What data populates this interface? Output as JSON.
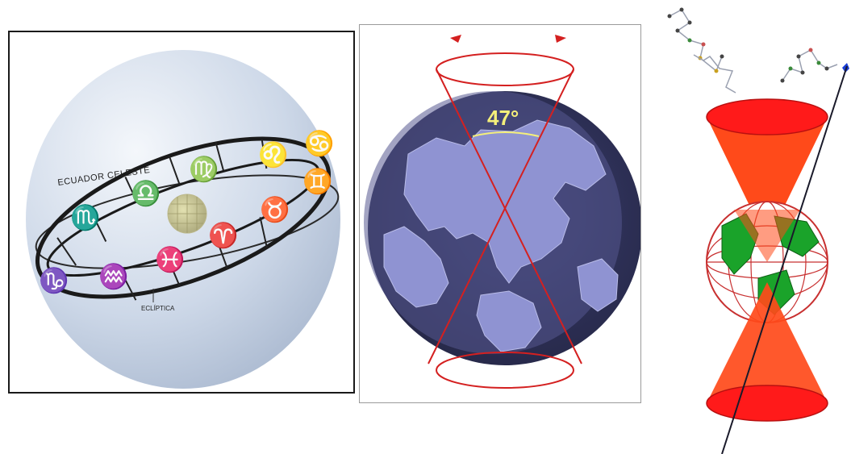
{
  "left_panel": {
    "celestial_equator_label": "Ecuador Celeste",
    "ecliptic_label": "Eclíptica",
    "zodiac_symbols": [
      "♑",
      "♒",
      "♓",
      "♈",
      "♉",
      "♊",
      "♋",
      "♌",
      "♍",
      "♎",
      "♏"
    ]
  },
  "middle_panel": {
    "angle_label": "47°"
  },
  "colors": {
    "precession_red": "#d42020",
    "earth_blue": "#55588f",
    "land_blue": "#8f93d2",
    "angle_yellow": "#f4ef7a",
    "cone_red": "#ff4a1a",
    "globe_green": "#1aa32a"
  }
}
